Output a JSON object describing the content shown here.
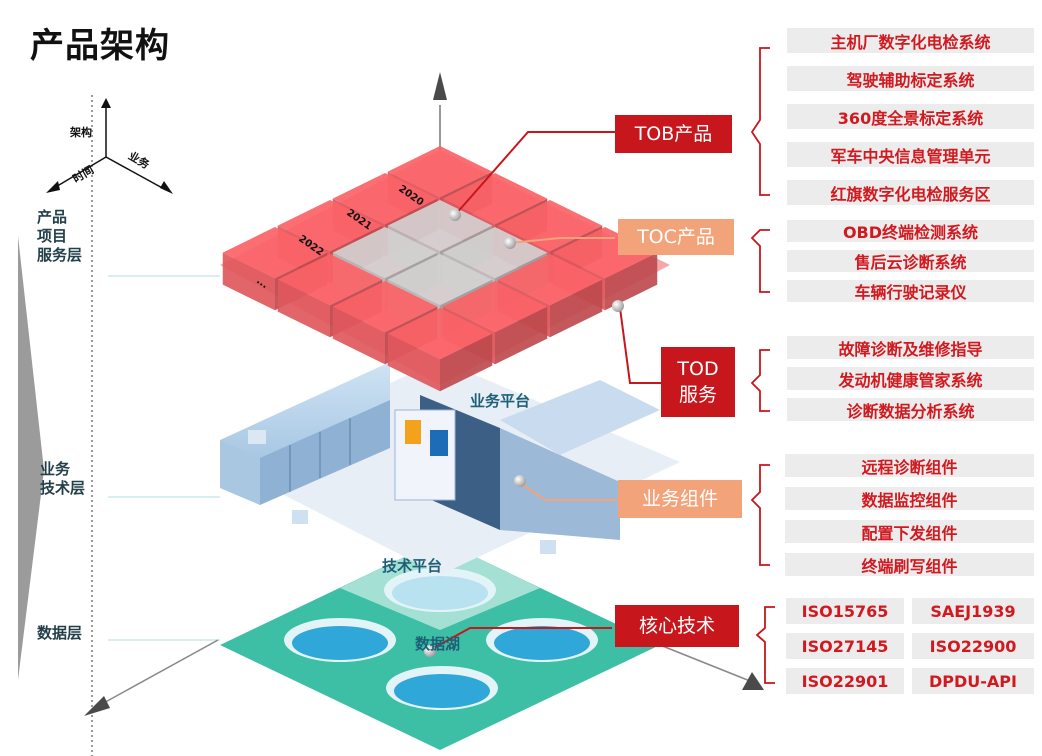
{
  "title": "产品架构",
  "axes": {
    "up": "架构",
    "left": "时间",
    "right": "业务"
  },
  "layers": [
    {
      "label": "产品\n项目\n服务层"
    },
    {
      "label": "业务\n技术层"
    },
    {
      "label": "数据层"
    }
  ],
  "years": [
    "2020",
    "2021",
    "2022",
    "..."
  ],
  "platforms": {
    "business": "业务平台",
    "tech": "技术平台",
    "lake": "数据湖"
  },
  "groups": [
    {
      "name": "TOB产品",
      "style": "red",
      "items": [
        "主机厂数字化电检系统",
        "驾驶辅助标定系统",
        "360度全景标定系统",
        "军车中央信息管理单元",
        "红旗数字化电检服务区"
      ]
    },
    {
      "name": "TOC产品",
      "style": "orange",
      "items": [
        "OBD终端检测系统",
        "售后云诊断系统",
        "车辆行驶记录仪"
      ]
    },
    {
      "name_line1": "TOD",
      "name_line2": "服务",
      "style": "red",
      "items": [
        "故障诊断及维修指导",
        "发动机健康管家系统",
        "诊断数据分析系统"
      ]
    },
    {
      "name": "业务组件",
      "style": "orange",
      "items": [
        "远程诊断组件",
        "数据监控组件",
        "配置下发组件",
        "终端刷写组件"
      ]
    },
    {
      "name": "核心技术",
      "style": "red",
      "items": [
        "ISO15765",
        "SAEJ1939",
        "ISO27145",
        "ISO22900",
        "ISO22901",
        "DPDU-API"
      ]
    }
  ],
  "colors": {
    "red": "#c8161d",
    "orange": "#f2a37a",
    "item_text": "#d11a20",
    "item_bg": "#ececec",
    "cube_red": "#e0585c",
    "cube_grey": "#bdbaba",
    "lake_green": "#3dbfa6",
    "water_blue": "#2fa7d8"
  }
}
